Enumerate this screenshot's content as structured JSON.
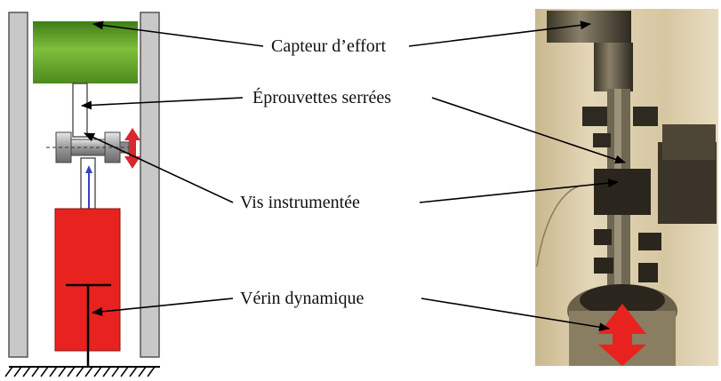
{
  "labels": {
    "force_sensor": "Capteur d’effort",
    "clamped_specimens": "Éprouvettes serrées",
    "instrumented_screw": "Vis instrumentée",
    "dynamic_actuator": "Vérin dynamique"
  },
  "colors": {
    "load_cell_green": "#5f9e2c",
    "actuator_red": "#e8231f",
    "arrow_red": "#d9262f",
    "frame_grey": "#c8c8c8",
    "blue_line": "#3344cc",
    "photo_bg": "#d9c9a4"
  }
}
